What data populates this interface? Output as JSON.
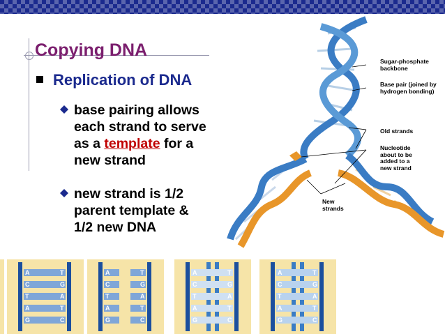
{
  "slide": {
    "title": "Copying DNA",
    "level1": "Replication of DNA",
    "bullet1": {
      "line1": "base pairing allows",
      "line2": "each strand to serve",
      "line3_pre": "as a ",
      "line3_highlight": "template",
      "line3_post": " for a",
      "line4": "new strand"
    },
    "bullet2": {
      "line1": "new strand is 1/2",
      "line2": "parent template &",
      "line3": "1/2 new DNA"
    }
  },
  "diagram_labels": {
    "sugar_phosphate": [
      "Sugar-phosphate",
      "backbone"
    ],
    "base_pair": [
      "Base pair (joined by",
      "hydrogen bonding)"
    ],
    "old_strands": [
      "Old strands"
    ],
    "nucleotide": [
      "Nucleotide",
      "about to be",
      "added to a",
      "new strand"
    ],
    "new_strands": [
      "New",
      "strands"
    ]
  },
  "colors": {
    "title": "#7b1f6e",
    "level1": "#1b2a8e",
    "highlight": "#c00000",
    "old_strand": "#3a7cc4",
    "new_strand": "#e8962a",
    "panel_bg": "#f6e4a8",
    "topbar": "#1b2a8e"
  },
  "panels": [
    {
      "rows": [
        [
          "A",
          "T"
        ],
        [
          "C",
          "G"
        ],
        [
          "T",
          "A"
        ],
        [
          "A",
          "T"
        ],
        [
          "G",
          "C"
        ]
      ]
    },
    {
      "rows": [
        [
          "A",
          "T"
        ],
        [
          "C",
          "G"
        ],
        [
          "T",
          "A"
        ],
        [
          "A",
          "T"
        ],
        [
          "G",
          "C"
        ]
      ]
    },
    {
      "rows": [
        [
          "A",
          "T"
        ],
        [
          "C",
          "G"
        ],
        [
          "T",
          "A"
        ],
        [
          "A",
          "T"
        ],
        [
          "G",
          "C"
        ]
      ]
    },
    {
      "rows": [
        [
          "A",
          "T"
        ],
        [
          "C",
          "G"
        ],
        [
          "T",
          "A"
        ],
        [
          "A",
          "T"
        ],
        [
          "G",
          "C"
        ]
      ]
    }
  ]
}
